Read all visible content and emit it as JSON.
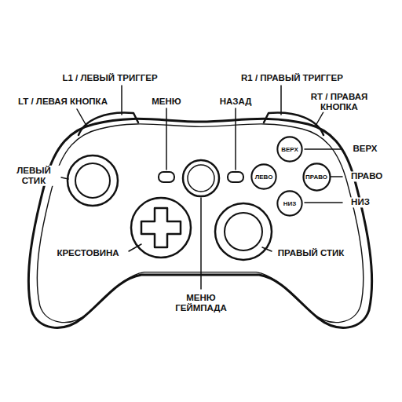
{
  "diagram": {
    "nodes": [
      {
        "text": [
          "ВЕРХ"
        ]
      },
      {
        "text": [
          "ЛЕВО"
        ]
      },
      {
        "text": [
          "ПРАВО"
        ]
      },
      {
        "text": [
          "НИЗ"
        ]
      }
    ],
    "labels": [
      "L1 / ЛЕВЫЙ ТРИГГЕР",
      "R1 / ПРАВЫЙ ТРИГГЕР",
      "LT / ЛЕВАЯ КНОПКА",
      "МЕНЮ",
      "НАЗАД",
      "RT / ПРАВАЯ КНОПКА",
      "ВЕРХ",
      "ЛЕВЫЙ СТИК",
      "ПРАВО",
      "НИЗ",
      "КРЕСТОВИНА",
      "ПРАВЫЙ СТИК",
      "МЕНЮ ГЕЙМПАДА"
    ]
  }
}
